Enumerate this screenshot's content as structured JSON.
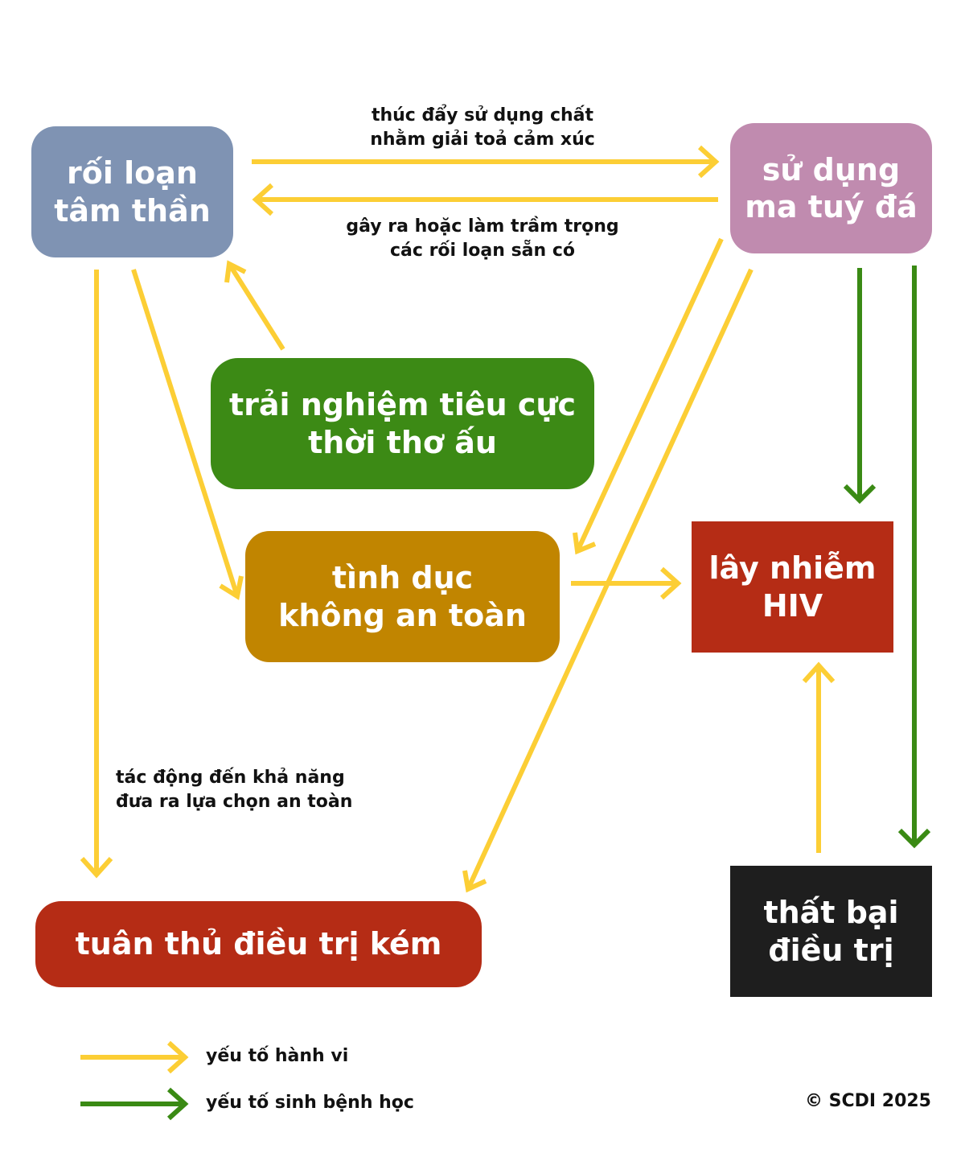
{
  "colors": {
    "behavioral": "#FCCE35",
    "biological": "#3A8A14",
    "mental": "#7F93B3",
    "drug": "#C08BAF",
    "childhood": "#3C8A15",
    "unsafe_sex": "#C18500",
    "hiv": "#B52C15",
    "adherence": "#B52C15",
    "failure": "#1E1E1E"
  },
  "nodes": {
    "mental_disorder": {
      "line1": "rối loạn",
      "line2": "tâm thần"
    },
    "drug_use": {
      "line1": "sử dụng",
      "line2": "ma tuý đá"
    },
    "childhood": {
      "line1": "trải nghiệm tiêu cực",
      "line2": "thời thơ ấu"
    },
    "unsafe_sex": {
      "line1": "tình dục",
      "line2": "không an toàn"
    },
    "hiv": {
      "line1": "lây nhiễm",
      "line2": "HIV"
    },
    "adherence": {
      "line1": "tuân thủ điều trị kém"
    },
    "failure": {
      "line1": "thất bại",
      "line2": "điều trị"
    }
  },
  "labels": {
    "promote": {
      "line1": "thúc đẩy sử dụng chất",
      "line2": "nhằm giải toả cảm xúc"
    },
    "cause": {
      "line1": "gây ra hoặc làm trầm trọng",
      "line2": "các rối loạn sẵn có"
    },
    "impact": {
      "line1": "tác động đến khả năng",
      "line2": "đưa ra lựa chọn an toàn"
    }
  },
  "legend": {
    "behavioral": "yếu tố hành vi",
    "biological": "yếu tố sinh bệnh học"
  },
  "copyright": "© SCDI 2025"
}
